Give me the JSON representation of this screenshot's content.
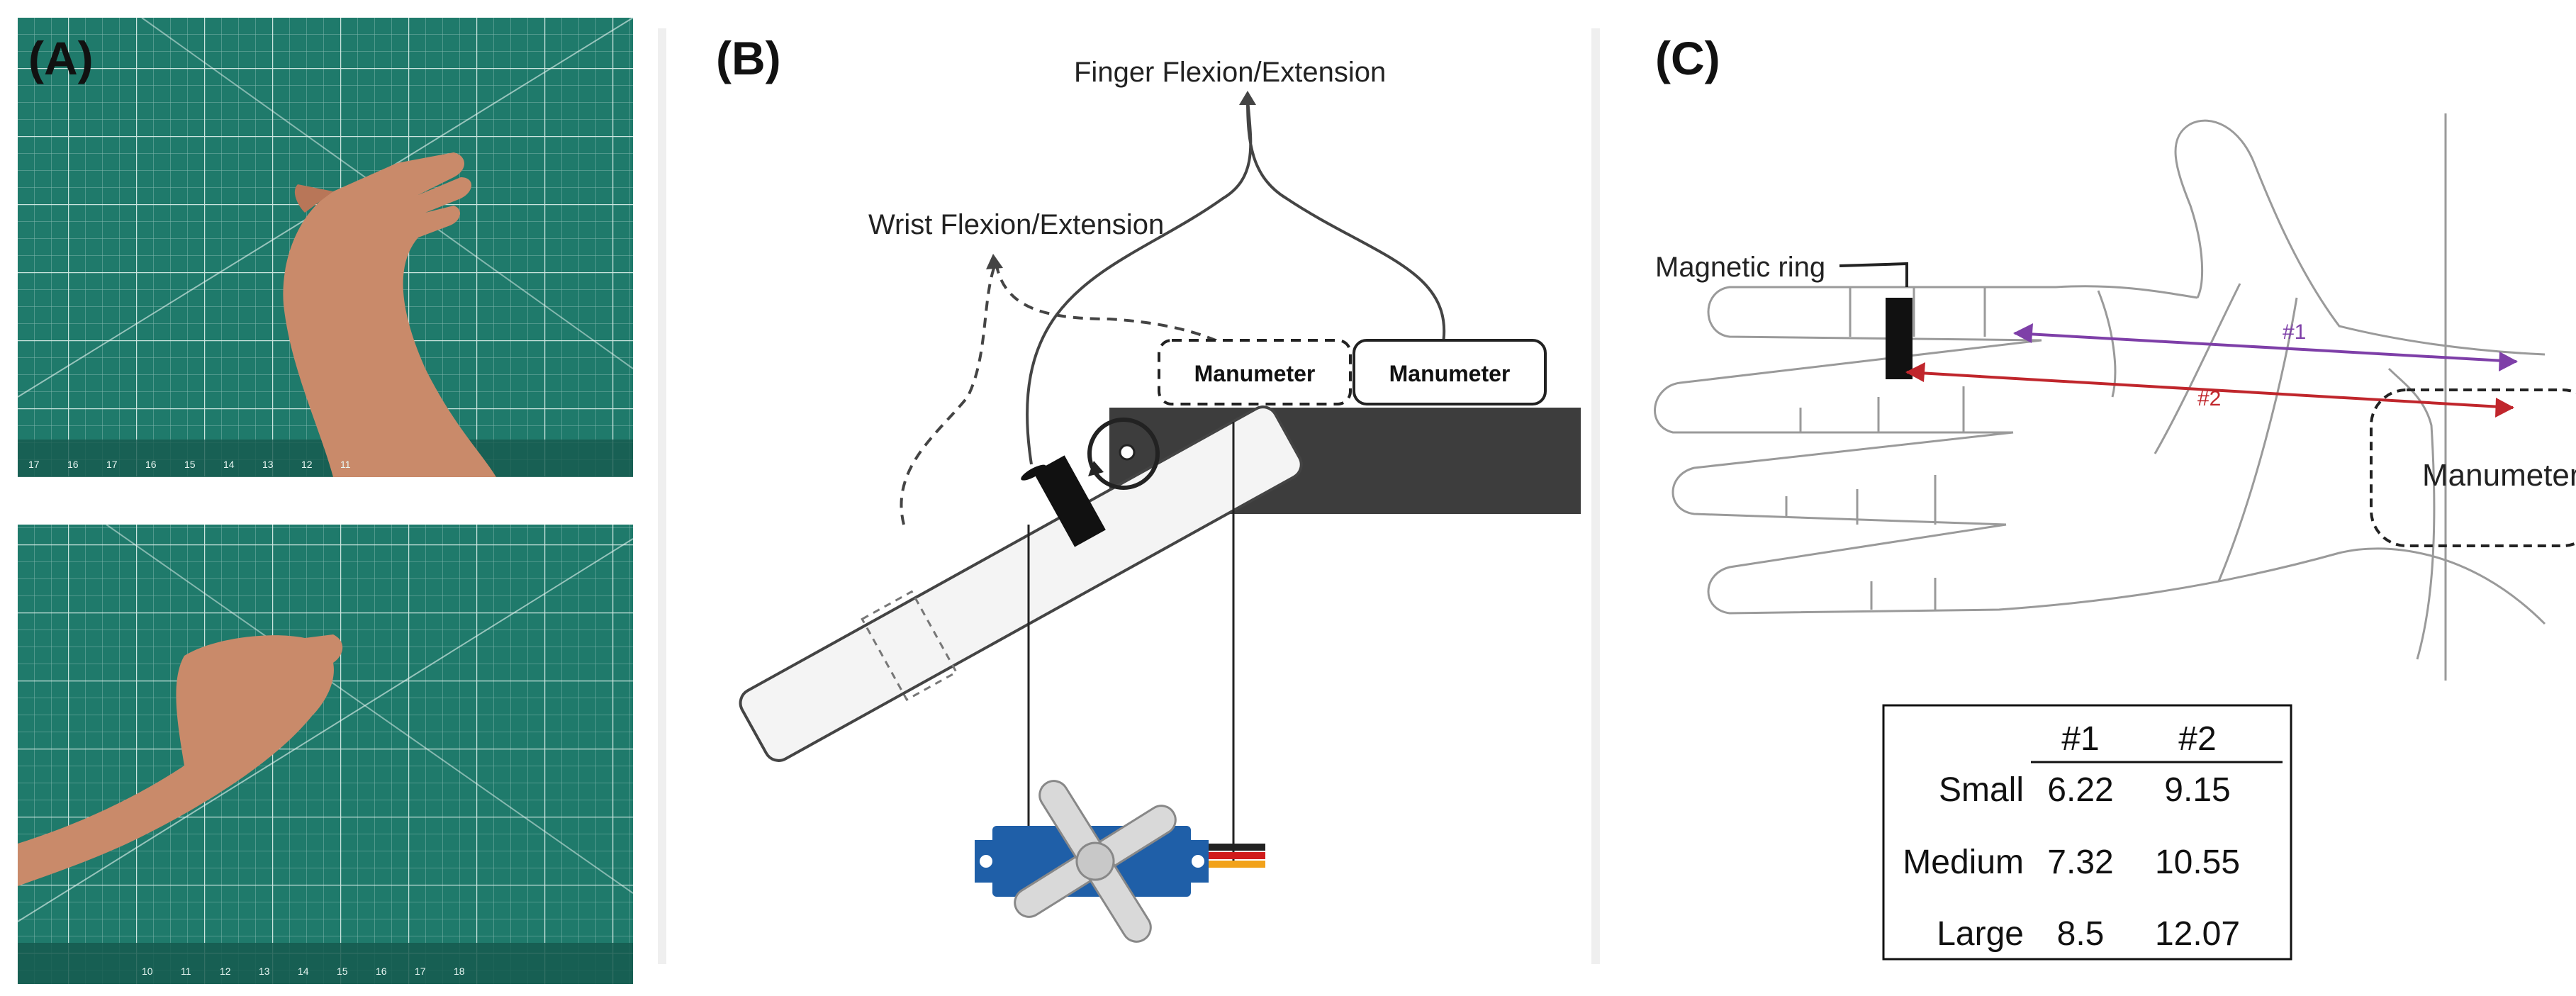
{
  "panels": {
    "a": {
      "label": "(A)"
    },
    "b": {
      "label": "(B)",
      "finger": "Finger Flexion/Extension",
      "wrist": "Wrist Flexion/Extension",
      "manometer_dashed": "Manumeter",
      "manometer_solid": "Manumeter"
    },
    "c": {
      "label": "(C)",
      "magnetic_ring": "Magnetic ring",
      "measure1": "#1",
      "measure2": "#2",
      "manometer": "Manumeter",
      "table": {
        "headers": [
          "",
          "#1",
          "#2"
        ],
        "rows": [
          {
            "size": "Small",
            "m1": "6.22",
            "m2": "9.15"
          },
          {
            "size": "Medium",
            "m1": "7.32",
            "m2": "10.55"
          },
          {
            "size": "Large",
            "m1": "8.5",
            "m2": "12.07"
          }
        ]
      }
    }
  },
  "ruler_numbers_top": [
    "17",
    "16",
    "17",
    "16",
    "15",
    "14",
    "13",
    "12",
    "11"
  ],
  "ruler_numbers_bottom": [
    "10",
    "11",
    "12",
    "13",
    "14",
    "15",
    "16",
    "17",
    "18"
  ],
  "colors": {
    "mat": "#1f7a6b",
    "mat_dark": "#165a4f",
    "grid": "#cfe9e2",
    "skin": "#c98a6a",
    "measure1": "#7e3fa8",
    "measure2": "#c0262c",
    "dark_bar": "#3d3d3d"
  }
}
